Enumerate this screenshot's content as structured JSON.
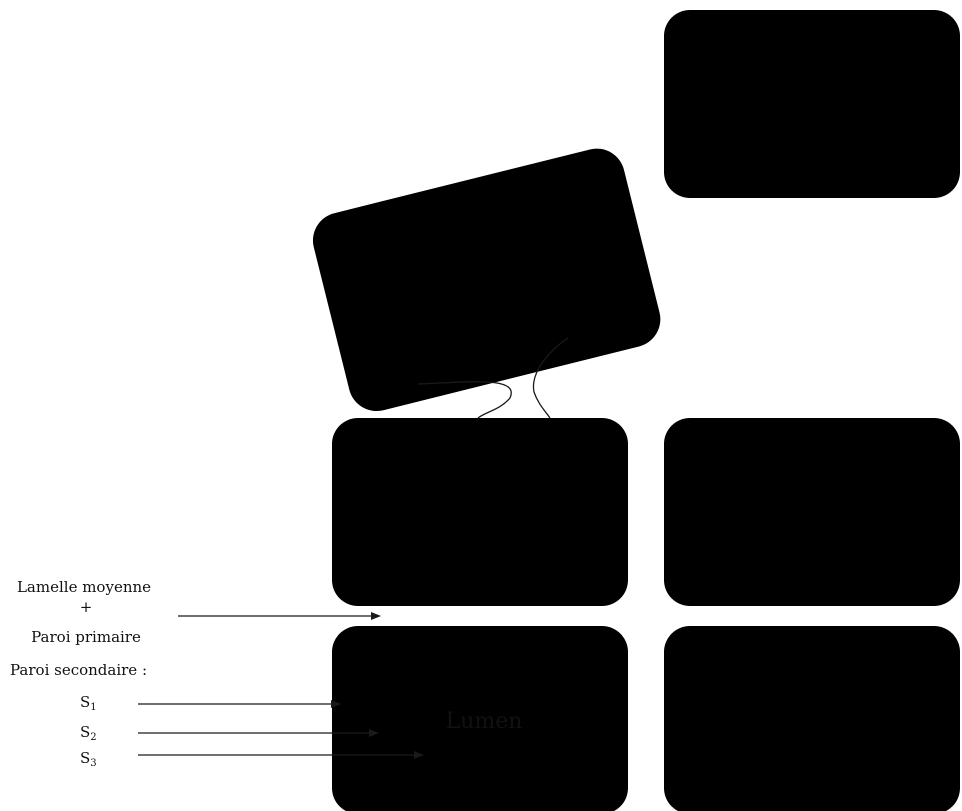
{
  "labels": {
    "lamelle": "Lamelle moyenne",
    "plus": "+",
    "paroi_primaire": "Paroi primaire",
    "paroi_secondaire": "Paroi secondaire :",
    "s1_base": "S",
    "s1_sub": "1",
    "s2_base": "S",
    "s2_sub": "2",
    "s3_base": "S",
    "s3_sub": "3",
    "lumen": "Lumen"
  },
  "colors": {
    "line": "#1a1a1a",
    "background": "#ffffff"
  }
}
